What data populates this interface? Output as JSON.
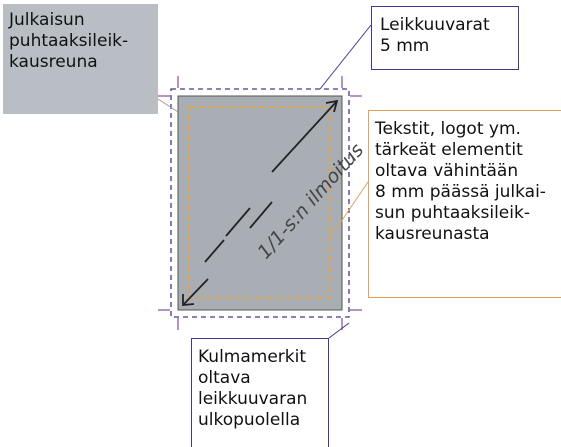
{
  "labels": {
    "safe_edge": "Julkaisun\npuhtaaksileik-\nkausreuna",
    "bleed": "Leikkuuvarat\n5 mm",
    "safe_zone": "Tekstit, logot ym.\ntärkeät elementit\noltava vähintään\n8 mm päässä julkai-\nsun puhtaaksileik-\nkausreunasta",
    "corner_marks": "Kulmamerkit\noltava\nleikkuuvaran\nulkopuolella",
    "ad_size": "1/1-s:n ilmoitus"
  },
  "colors": {
    "page_fill": "#a9aeb4",
    "label_fill": "#b9bec4",
    "bleed_line": "#3d3a8f",
    "safe_line": "#e8a23c",
    "crop_mark": "#8e4aa0",
    "arrow": "#222222",
    "ad_text": "#444444",
    "leader_grey": "#9aa0a6",
    "leader_orange": "#e0a35a"
  }
}
